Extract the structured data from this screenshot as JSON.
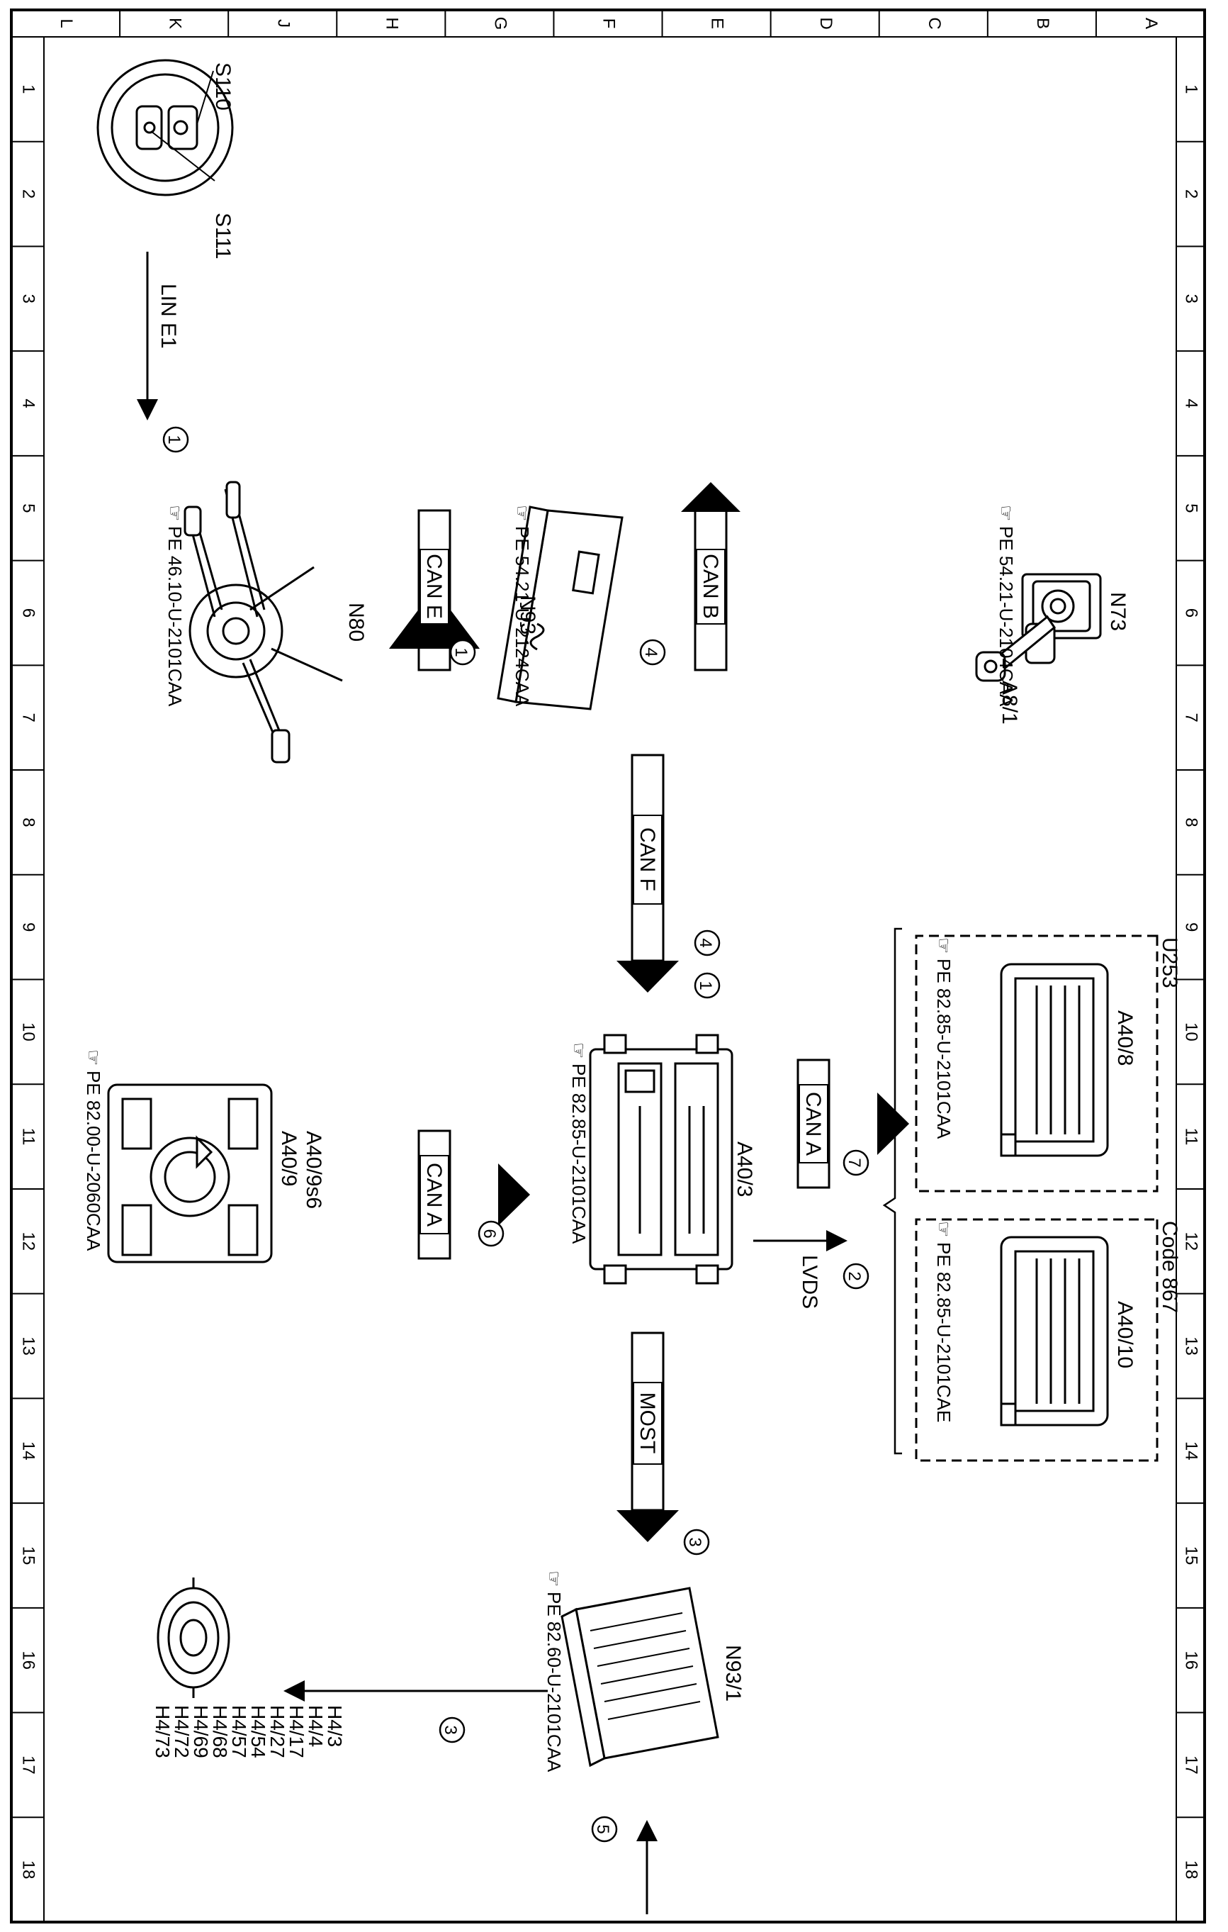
{
  "frame": {
    "column_letters": [
      "L",
      "K",
      "J",
      "H",
      "G",
      "F",
      "E",
      "D",
      "C",
      "B",
      "A"
    ],
    "row_numbers": [
      "1",
      "2",
      "3",
      "4",
      "5",
      "6",
      "7",
      "8",
      "9",
      "10",
      "11",
      "12",
      "13",
      "14",
      "15",
      "16",
      "17",
      "18"
    ]
  },
  "components": {
    "s110": "S110",
    "s111": "S111",
    "n73": "N73",
    "a8_1": "A8/1",
    "n73_ref": "PE 54.21-U-2104CAA",
    "n93": "N93",
    "n93_ref": "PE 54.21-U-2124CAA",
    "n80": "N80",
    "n80_ref": "PE 46.10-U-2101CAA",
    "u253": "U253",
    "a40_8": "A40/8",
    "a40_8_ref": "PE 82.85-U-2101CAA",
    "code867": "Code 867",
    "a40_10": "A40/10",
    "a40_10_ref": "PE 82.85-U-2101CAE",
    "a40_3": "A40/3",
    "a40_3_ref": "PE 82.85-U-2101CAA",
    "a40_9": "A40/9",
    "a40_9s6": "A40/9s6",
    "a40_9_ref": "PE 82.00-U-2060CAA",
    "n93_1": "N93/1",
    "n93_1_ref": "PE 82.60-U-2101CAA",
    "speakers": [
      "H4/3",
      "H4/4",
      "H4/17",
      "H4/27",
      "H4/54",
      "H4/57",
      "H4/68",
      "H4/69",
      "H4/72",
      "H4/73"
    ]
  },
  "buses": {
    "lin_e1": "LIN E1",
    "can_e": "CAN E",
    "can_b": "CAN B",
    "can_f": "CAN F",
    "can_a_upper": "CAN A",
    "can_a_lower": "CAN A",
    "lvds": "LVDS",
    "most": "MOST"
  },
  "callouts": {
    "lin": "1",
    "can_e": "1",
    "can_b": "4",
    "can_f_a": "4",
    "can_f_b": "1",
    "can_a_upper": "7",
    "lvds": "2",
    "can_a_lower": "6",
    "most": "3",
    "speaker_out": "3",
    "input": "5"
  }
}
